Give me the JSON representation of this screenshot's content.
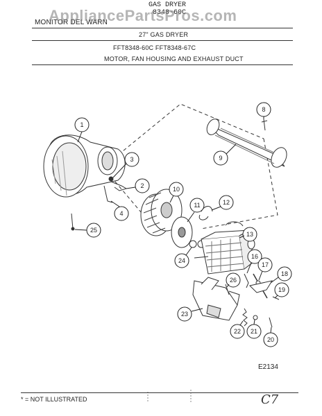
{
  "header": {
    "dryer_type": "GAS DRYER",
    "model_number": "8348-60C",
    "left_title": "MONITOR DEL WARN",
    "subtitle": "27\" GAS DRYER",
    "models": "FFT8348-60C  FFT8348-67C",
    "section": "MOTOR, FAN HOUSING AND EXHAUST DUCT"
  },
  "watermark": "AppliancePartsPros.com",
  "callouts": [
    "1",
    "2",
    "3",
    "4",
    "8",
    "9",
    "10",
    "11",
    "12",
    "13",
    "16",
    "17",
    "18",
    "19",
    "20",
    "21",
    "22",
    "23",
    "24",
    "25",
    "26"
  ],
  "diagram_code": "E2134",
  "footer": {
    "note": "* = NOT ILLUSTRATED",
    "handwritten": "C7"
  }
}
